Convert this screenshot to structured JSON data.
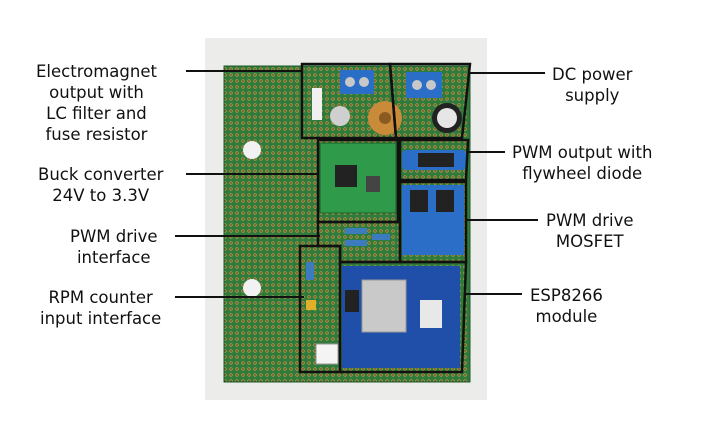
{
  "labels": {
    "electromagnet": "Electromagnet\noutput with\nLC filter and\nfuse resistor",
    "buck": "Buck converter\n24V to 3.3V",
    "pwm_drive_interface": "PWM drive\ninterface",
    "rpm_counter": "RPM counter\ninput interface",
    "dc_power": "DC power\nsupply",
    "pwm_output": "PWM output with\nflywheel diode",
    "pwm_drive_mosfet": "PWM drive\nMOSFET",
    "esp8266": "ESP8266\nmodule"
  },
  "colors": {
    "board": "#2f7a3c",
    "background_card": "#ececea",
    "outline": "#111111",
    "terminal_blue": "#2a6ec7",
    "module_blue": "#1f4fa8"
  }
}
